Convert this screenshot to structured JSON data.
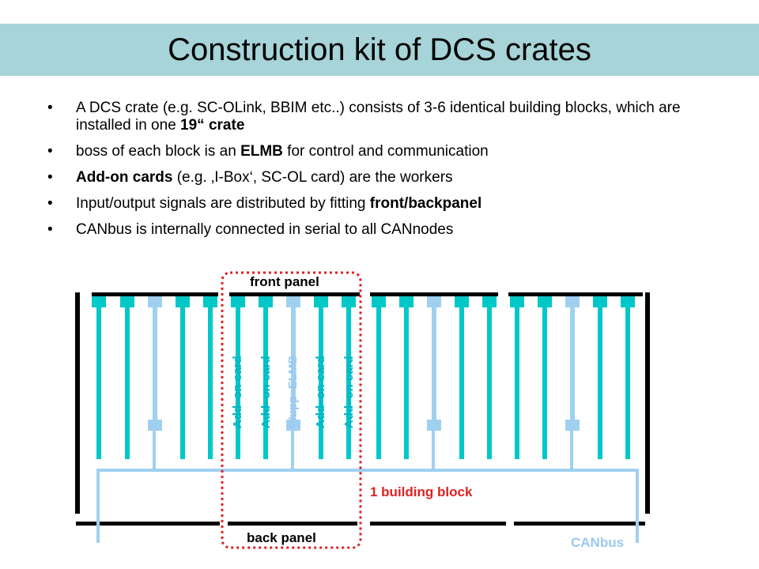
{
  "title": "Construction kit of DCS crates",
  "bullets": [
    {
      "parts": [
        {
          "text": "A DCS crate (e.g. SC-OLink, BBIM etc..) consists of 3-6 identical building blocks, which are installed in one ",
          "bold": false
        },
        {
          "text": "19“ crate",
          "bold": true
        }
      ]
    },
    {
      "parts": [
        {
          "text": "boss of each block is an ",
          "bold": false
        },
        {
          "text": "ELMB",
          "bold": true
        },
        {
          "text": " for control and communication",
          "bold": false
        }
      ]
    },
    {
      "parts": [
        {
          "text": "Add-on cards",
          "bold": true
        },
        {
          "text": " (e.g. ‚I-Box‘, SC-OL card) are the workers",
          "bold": false
        }
      ]
    },
    {
      "parts": [
        {
          "text": "Input/output signals are distributed by fitting ",
          "bold": false
        },
        {
          "text": "front/backpanel",
          "bold": true
        }
      ]
    },
    {
      "parts": [
        {
          "text": "CANbus is internally connected in serial to all CANnodes",
          "bold": false
        }
      ]
    }
  ],
  "diagram": {
    "front_panel_label": "front panel",
    "back_panel_label": "back panel",
    "building_block_label": "1 building block",
    "canbus_label": "CANbus",
    "card_labels": [
      "Add–on card",
      "Add–on card",
      "Wupp–ELMB",
      "Add–on card",
      "Add–on card"
    ],
    "colors": {
      "card": "#00c8c8",
      "elmb": "#a0d0f0",
      "canbus": "#a0d0f0",
      "highlight": "#dd2222",
      "card_text": "#00b4c4",
      "elmb_text": "#9cc8f0",
      "canbus_text": "#9cc8f0"
    }
  }
}
